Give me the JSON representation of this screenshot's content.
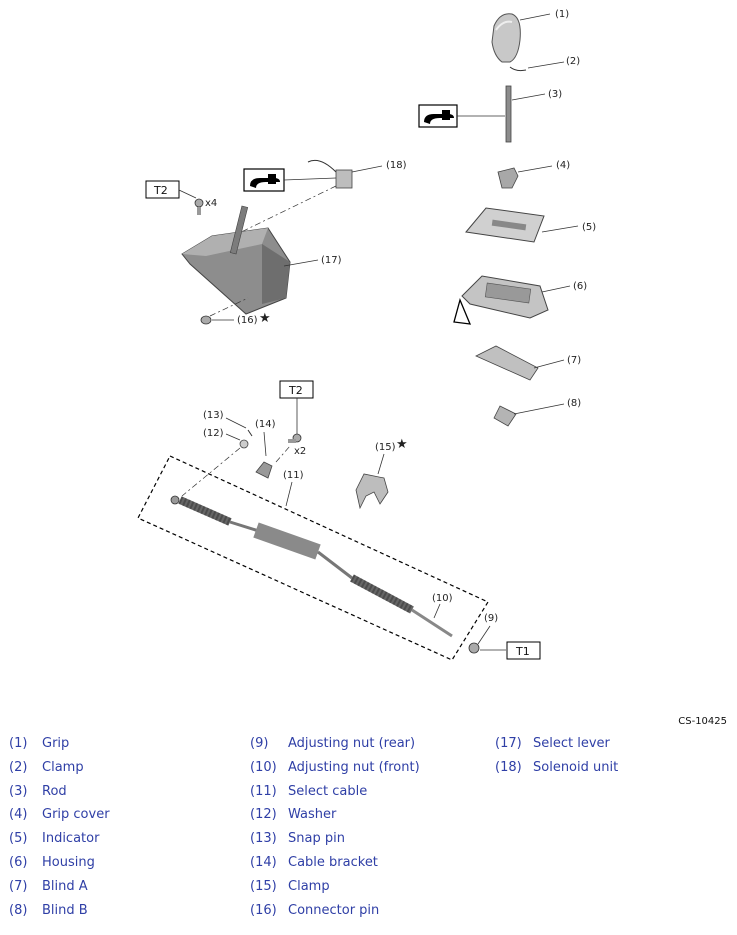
{
  "diagram": {
    "callouts": [
      "(1)",
      "(2)",
      "(3)",
      "(4)",
      "(5)",
      "(6)",
      "(7)",
      "(8)",
      "(9)",
      "(10)",
      "(11)",
      "(12)",
      "(13)",
      "(14)",
      "(15)",
      "(16)",
      "(17)",
      "(18)"
    ],
    "torque_labels": {
      "t1": "T1",
      "t2_upper": "T2",
      "t2_lower": "T2"
    },
    "quantity_labels": {
      "x4": "x4",
      "x2": "x2"
    },
    "star": "★",
    "figure_code": "CS-10425"
  },
  "legend": {
    "col1": [
      {
        "num": "(1)",
        "name": "Grip"
      },
      {
        "num": "(2)",
        "name": "Clamp"
      },
      {
        "num": "(3)",
        "name": "Rod"
      },
      {
        "num": "(4)",
        "name": "Grip cover"
      },
      {
        "num": "(5)",
        "name": "Indicator"
      },
      {
        "num": "(6)",
        "name": "Housing"
      },
      {
        "num": "(7)",
        "name": "Blind A"
      },
      {
        "num": "(8)",
        "name": "Blind B"
      }
    ],
    "col2": [
      {
        "num": "(9)",
        "name": "Adjusting nut (rear)"
      },
      {
        "num": "(10)",
        "name": "Adjusting nut (front)"
      },
      {
        "num": "(11)",
        "name": "Select cable"
      },
      {
        "num": "(12)",
        "name": "Washer"
      },
      {
        "num": "(13)",
        "name": "Snap pin"
      },
      {
        "num": "(14)",
        "name": "Cable bracket"
      },
      {
        "num": "(15)",
        "name": "Clamp"
      },
      {
        "num": "(16)",
        "name": "Connector pin"
      }
    ],
    "col3": [
      {
        "num": "(17)",
        "name": "Select lever"
      },
      {
        "num": "(18)",
        "name": "Solenoid unit"
      }
    ]
  },
  "colors": {
    "legend_text": "#2f3fa6",
    "part_fill": "#9a9a9a",
    "part_dark": "#5e5e5e"
  }
}
